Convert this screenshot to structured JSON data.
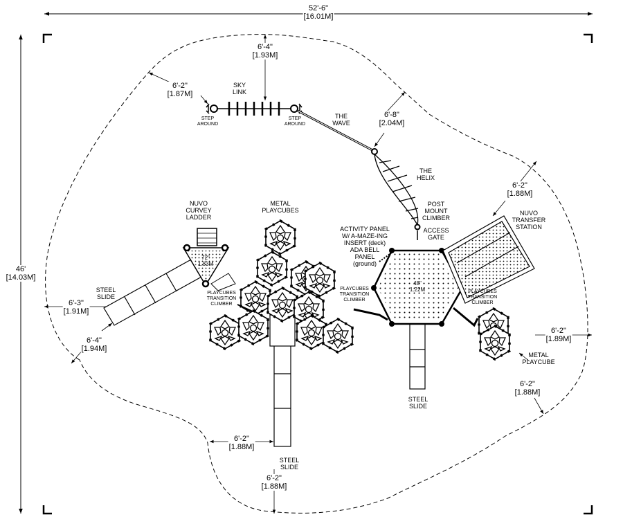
{
  "dimensions": {
    "overall_width": {
      "imperial": "52'-6\"",
      "metric": "[16.01M]"
    },
    "overall_depth": {
      "imperial": "46'",
      "metric": "[14.03M]"
    },
    "skylink_span": {
      "imperial": "6'-4\"",
      "metric": "[1.93M]"
    },
    "skylink_left": {
      "imperial": "6'-2\"",
      "metric": "[1.87M]"
    },
    "wave_clear": {
      "imperial": "6'-8\"",
      "metric": "[2.04M]"
    },
    "transfer_clear": {
      "imperial": "6'-2\"",
      "metric": "[1.88M]"
    },
    "slide_left_a": {
      "imperial": "6'-3\"",
      "metric": "[1.91M]"
    },
    "slide_left_b": {
      "imperial": "6'-4\"",
      "metric": "[1.94M]"
    },
    "cube_right": {
      "imperial": "6'-2\"",
      "metric": "[1.89M]"
    },
    "cube_right_b": {
      "imperial": "6'-2\"",
      "metric": "[1.88M]"
    },
    "center_slide_side": {
      "imperial": "6'-2\"",
      "metric": "[1.88M]"
    },
    "center_slide_end": {
      "imperial": "6'-2\"",
      "metric": "[1.88M]"
    }
  },
  "labels": {
    "sky_link": [
      "SKY",
      "LINK"
    ],
    "step_around_left": [
      "STEP",
      "AROUND"
    ],
    "step_around_right": [
      "STEP",
      "AROUND"
    ],
    "the_wave": [
      "THE",
      "WAVE"
    ],
    "the_helix": [
      "THE",
      "HELIX"
    ],
    "post_mount_climber": [
      "POST",
      "MOUNT",
      "CLIMBER"
    ],
    "access_gate": [
      "ACCESS",
      "GATE"
    ],
    "activity_panel": [
      "ACTIVITY PANEL",
      "W/ A-MAZE-ING",
      "INSERT (deck)",
      "ADA BELL",
      "PANEL",
      "(ground)"
    ],
    "nuvo_transfer": [
      "NUVO",
      "TRANSFER",
      "STATION"
    ],
    "nuvo_curvey": [
      "NUVO",
      "CURVEY",
      "LADDER"
    ],
    "metal_playcubes": [
      "METAL",
      "PLAYCUBES"
    ],
    "steel_slide_left": [
      "STEEL",
      "SLIDE"
    ],
    "playcubes_transition_left": [
      "PLAYCUBES",
      "TRANSITION",
      "CLIMBER"
    ],
    "playcubes_transition_mid": [
      "PLAYCUBES",
      "TRANSITION",
      "CLIMBER"
    ],
    "playcubes_transition_right": [
      "PLAYCUBES",
      "TRANSITION",
      "CLIMBER"
    ],
    "metal_playcube": [
      "METAL",
      "PLAYCUBE"
    ],
    "steel_slide_right": [
      "STEEL",
      "SLIDE"
    ],
    "steel_slide_center": [
      "STEEL",
      "SLIDE"
    ]
  },
  "deck_heights": {
    "tri_deck": {
      "imperial": "72\"",
      "metric": "1.83M"
    },
    "hex_deck": {
      "imperial": "48\"",
      "metric": "1.22M"
    }
  }
}
